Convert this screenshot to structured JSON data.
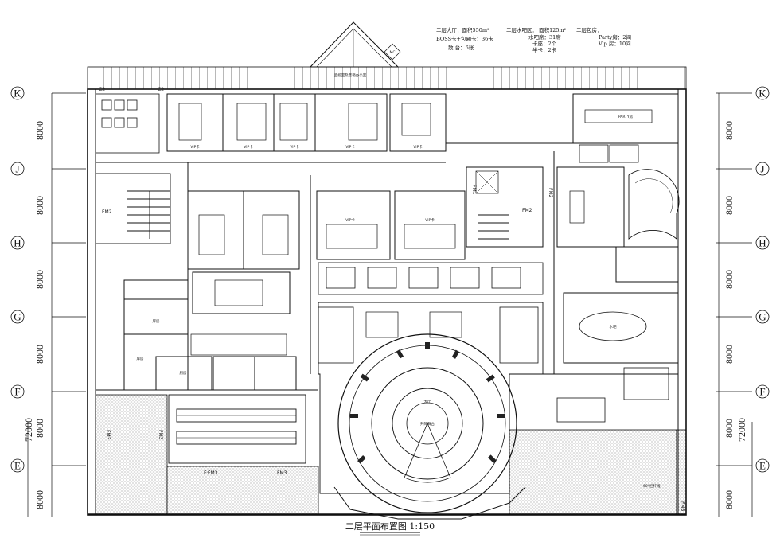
{
  "drawing": {
    "title": "二层平面布置图 1:150"
  },
  "summary": {
    "col1": {
      "line1": "二层大厅：面积550m²",
      "line2": "BOSS卡+包厢卡：36卡",
      "line3": "散    台：6张"
    },
    "col2": {
      "line1": "二层水吧区：   面积125m²",
      "line2": "水吧席：31席",
      "line3": "卡座：2个",
      "line4": "半卡：2卡"
    },
    "col3": {
      "line1": "二层包房：",
      "line2": "Party房：2间",
      "line3": "Vip   房：10间"
    }
  },
  "grid_axes": [
    "K",
    "J",
    "H",
    "G",
    "F",
    "E"
  ],
  "dimensions": {
    "spans": [
      "8000",
      "8000",
      "8000",
      "8000",
      "8000",
      "8000"
    ],
    "total": "72000"
  },
  "labels": {
    "c2a": "C2",
    "c2b": "C2",
    "fm2a": "FM2",
    "fm2b": "FM2",
    "fm1": "FM1",
    "fm2c": "FM2",
    "fm5": "FM5",
    "fm3a": "F:FM3",
    "fm3b": "FM3",
    "fm3c": "FM3",
    "fm3d": "FM3",
    "mc": "MC",
    "monitor": "监控室及音箱办公室",
    "party": "PARTY房",
    "stage": "升降舞台",
    "vip1": "VIP卡",
    "vip2": "VIP卡",
    "vip3": "VIP卡",
    "vip4": "VIP卡",
    "vip5": "VIP卡",
    "vip6": "VIP卡",
    "vip7": "VIP卡",
    "kitchen": "厨房",
    "store1": "库房",
    "store2": "库房",
    "hall": "大厅",
    "bar": "水吧",
    "note": "60°栏杆线"
  },
  "colors": {
    "line": "#111111",
    "hatch": "#444444"
  }
}
